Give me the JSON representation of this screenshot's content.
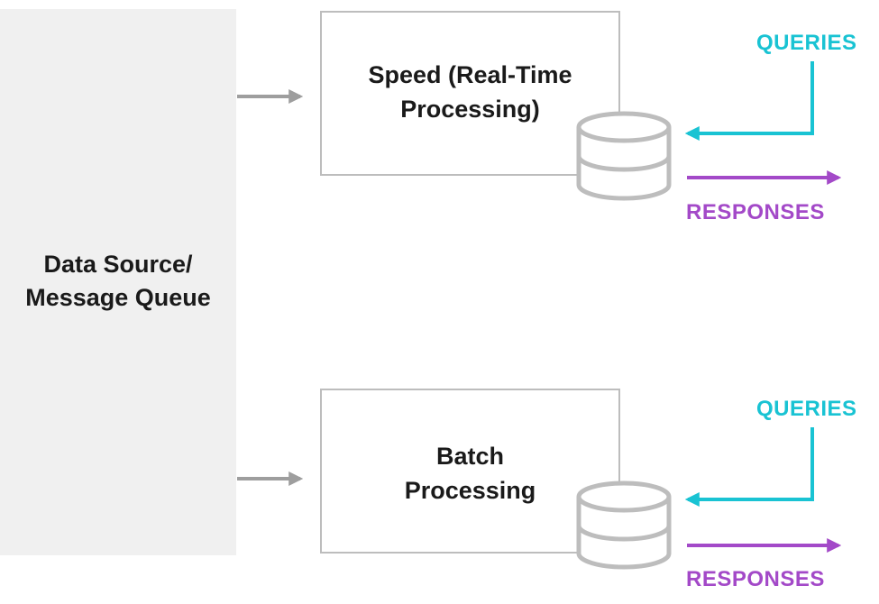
{
  "source": {
    "line1": "Data Source/",
    "line2": "Message Queue"
  },
  "speed_layer": {
    "line1": "Speed (Real-Time",
    "line2": "Processing)",
    "queries": "QUERIES",
    "responses": "RESPONSES"
  },
  "batch_layer": {
    "line1": "Batch",
    "line2": "Processing",
    "queries": "QUERIES",
    "responses": "RESPONSES"
  },
  "colors": {
    "queries": "#19c3d3",
    "responses": "#a349c8",
    "arrow": "#9e9e9e",
    "box_border": "#bdbdbd",
    "source_panel": "#f0f0f0"
  }
}
